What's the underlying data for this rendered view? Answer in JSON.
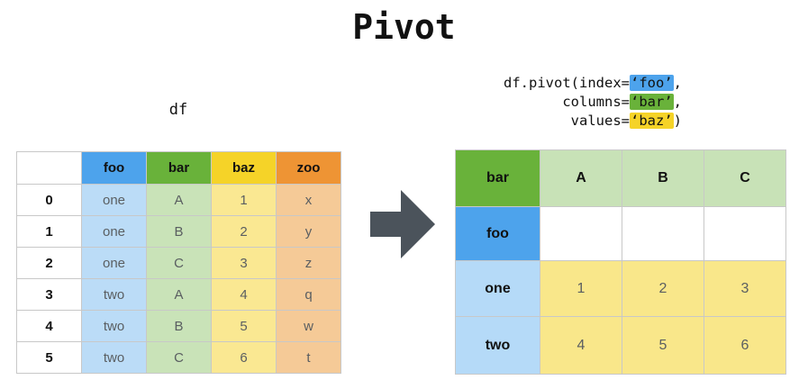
{
  "title": "Pivot",
  "left_table": {
    "label": "df",
    "headers": [
      "",
      "foo",
      "bar",
      "baz",
      "zoo"
    ],
    "rows": [
      {
        "index": "0",
        "cells": [
          "one",
          "A",
          "1",
          "x"
        ]
      },
      {
        "index": "1",
        "cells": [
          "one",
          "B",
          "2",
          "y"
        ]
      },
      {
        "index": "2",
        "cells": [
          "one",
          "C",
          "3",
          "z"
        ]
      },
      {
        "index": "3",
        "cells": [
          "two",
          "A",
          "4",
          "q"
        ]
      },
      {
        "index": "4",
        "cells": [
          "two",
          "B",
          "5",
          "w"
        ]
      },
      {
        "index": "5",
        "cells": [
          "two",
          "C",
          "6",
          "t"
        ]
      }
    ]
  },
  "code": {
    "lines": [
      {
        "pre": "df.pivot(index=",
        "highlight": "‘foo’",
        "post": ","
      },
      {
        "pre": "       columns=",
        "highlight": "‘bar’",
        "post": ","
      },
      {
        "pre": "        values=",
        "highlight": "‘baz’",
        "post": ")"
      }
    ]
  },
  "right_table": {
    "rows": [
      {
        "cells": [
          "bar",
          "A",
          "B",
          "C"
        ]
      },
      {
        "cells": [
          "foo",
          "",
          "",
          ""
        ]
      },
      {
        "cells": [
          "one",
          "1",
          "2",
          "3"
        ]
      },
      {
        "cells": [
          "two",
          "4",
          "5",
          "6"
        ]
      }
    ]
  },
  "icons": {
    "arrow": "right-arrow"
  },
  "colors": {
    "header-blue": "#4da3ec",
    "header-green": "#69b23a",
    "header-yellow": "#f5d328",
    "header-orange": "#ee9434",
    "cell-blue": "#bbdcf7",
    "cell-green": "#c9e3b8",
    "cell-yellow": "#fae892",
    "cell-orange": "#f5ca97",
    "right-cell-blue": "#b5daf8",
    "right-cell-green": "#c8e2b7",
    "right-cell-yellow": "#f9e78a",
    "arrow-gray": "#4b535b",
    "table-border": "#c8c8c8",
    "text-secondary": "#5a5e61"
  }
}
